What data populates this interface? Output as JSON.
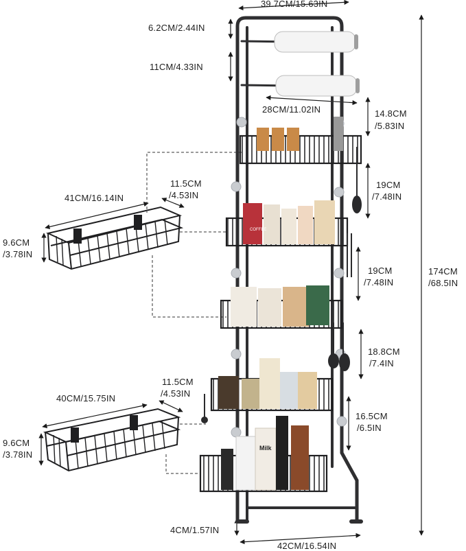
{
  "colors": {
    "frame": "#2f2f31",
    "basket": "#1f1f21",
    "dimension_line": "#1a1a1a",
    "leader_line": "#333333",
    "suction_cup": "#c9ccd0",
    "paper_roll": "#f4f4f4"
  },
  "dimensions": {
    "top_width": "39.7CM/15.63IN",
    "top_gap": "6.2CM/2.44IN",
    "roll_gap": "11CM/4.33IN",
    "roll_width": "28CM/11.02IN",
    "tier1_gap_a": "14.8CM",
    "tier1_gap_b": "/5.83IN",
    "tier2_gap_a": "19CM",
    "tier2_gap_b": "/7.48IN",
    "tier3_gap_a": "19CM",
    "tier3_gap_b": "/7.48IN",
    "tier4_gap_a": "18.8CM",
    "tier4_gap_b": "/7.4IN",
    "tier5_gap_a": "16.5CM",
    "tier5_gap_b": "/6.5IN",
    "total_height_a": "174CM",
    "total_height_b": "/68.5IN",
    "foot_height": "4CM/1.57IN",
    "bottom_width": "42CM/16.54IN"
  },
  "large_basket": {
    "depth_a": "11.5CM",
    "depth_b": "/4.53IN",
    "length": "41CM/16.14IN",
    "height_a": "9.6CM",
    "height_b": "/3.78IN"
  },
  "small_basket": {
    "depth_a": "11.5CM",
    "depth_b": "/4.53IN",
    "length": "40CM/15.75IN",
    "height_a": "9.6CM",
    "height_b": "/3.78IN"
  },
  "product_labels": {
    "coffee": "COFFEE",
    "milk": "Milk"
  },
  "icons": {
    "rack": "over-door-rack-illustration",
    "basket": "wire-basket-illustration"
  }
}
